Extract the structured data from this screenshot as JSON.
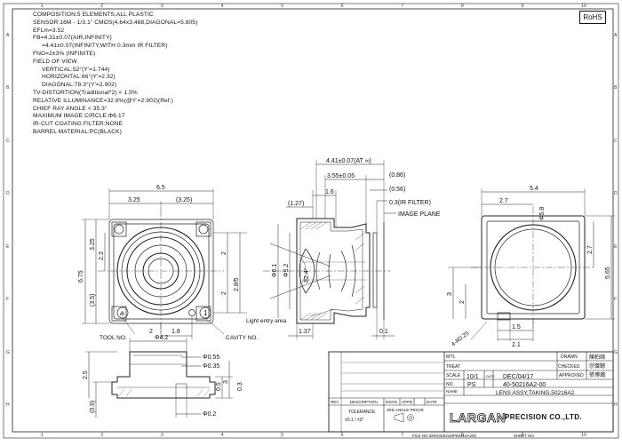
{
  "specs": [
    "COMPOSITION:5 ELEMENTS,ALL PLASTIC",
    "SENSOR:16M - 1/3.1\"  CMOS(4.64x3.488,DIAGONAL=5.805)",
    "EFLm=3.52",
    "FB=4.31±0.07(AIR,INFINITY)",
    "=4.41±0.07(INFINITY,WITH 0.3mm  IR FILTER)",
    "FNO=2±3% (INFINITE)",
    "FIELD OF VIEW",
    "VERTICAL:52°(Y'=1.744)",
    "HORIZONTAL:66°(Y'=2.32)",
    "DIAGONAL:78.3°(Y'=2.902)",
    "TV-DISTORTION(Traditional*2) < 1.5%",
    "RELATIVE ILLUMINANCE=32.8%(@Y'=2.902)(Ref.)",
    "CHIEF RAY ANGLE < 35.3°",
    "MAXIMUM IMAGE CIRCLE:Φ6.17",
    "IR-CUT COATING FILTER:NONE",
    "BARREL MATERIAL:PC(BLACK)"
  ],
  "rohs": "RoHS",
  "zones_top": [
    "1",
    "2",
    "3",
    "4",
    "5",
    "6",
    "7",
    "8",
    "9",
    "10"
  ],
  "zones_left": [
    "A",
    "B",
    "C",
    "D",
    "E",
    "F",
    "G",
    "H"
  ],
  "front_view": {
    "dims": [
      "6.5",
      "3.25",
      "(3.25)",
      "3.25",
      "6.75",
      "2.3",
      "(3.5)",
      "2",
      "2",
      "2.8/5",
      "1.8",
      "2"
    ],
    "tool_label": "TOOL NO.",
    "cavity_label": "CAVITY NO.",
    "tool_mark": "a",
    "cavity_mark": "1"
  },
  "section_view": {
    "dims": [
      "4.41±0.07(AT ∞)",
      "3.55±0.05",
      "(0.86)",
      "1.6",
      "(1.27)",
      "(0.56)",
      "Φ6.1",
      "Φ5.2",
      "82.4°",
      "1.37",
      "0.1"
    ],
    "ir_label": "0.3(IR FILTER)",
    "image_plane_label": "IMAGE PLANE",
    "light_label": "Light entry area"
  },
  "side_view": {
    "dims": [
      "5.4",
      "2.7",
      "Φ5.8",
      "2.7",
      "5.65",
      "3",
      "2",
      "1.5",
      "2.1"
    ],
    "radius_label": "4-R0.25"
  },
  "bottom_view": {
    "dims": [
      "Φ4.2",
      "Φ0.55",
      "Φ0.35",
      "2.5",
      "0.5",
      "0.3",
      "3",
      "(0.9)",
      "Φ0.2"
    ]
  },
  "title_block": {
    "mtl": "M'TL",
    "treat": "TREAT",
    "scale_label": "SCALE",
    "scale_value": "10/1",
    "date_label": "DATE",
    "date_value": "DEC/04/17",
    "approved": "APPROVED",
    "drawn": "DRAWN",
    "checked": "CHECKED",
    "no_label": "NO.",
    "unit_value": "PS",
    "dwg_no": "40-50216A2-00",
    "name_label": "NAME",
    "name_value": "LENS ASSY,TAKING,50216A2",
    "rev": "REV",
    "description": "DESCRIPTION",
    "dsgn": "DSGN",
    "appd": "APPD",
    "date_col": "DATE",
    "tolerance": "TOLERANCE",
    "tol_value": "±0.1 / ±3°",
    "proj": "3RD ANGLE PROJR",
    "company": "LARGAN",
    "company_sub": "PRECISION CO.,LTD.",
    "sig1": "陳柏錡",
    "sig2": "宗傑聰",
    "sig3": "張博瀚",
    "file_no": "FILE NO.\\DWG\\50216\\P50216A200",
    "sheet_no": "SHEET NO."
  }
}
